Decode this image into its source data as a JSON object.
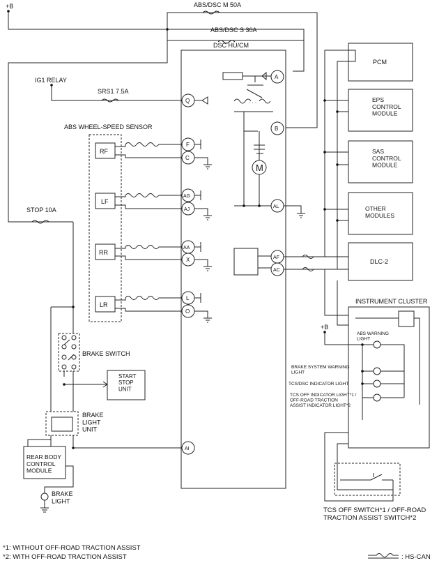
{
  "labels": {
    "plus_b_top": "+B",
    "fuse_abs_m": "ABS/DSC M 50A",
    "fuse_abs_s": "ABS/DSC S 30A",
    "dsc_hucm": "DSC HU/CM",
    "ig1_relay": "IG1 RELAY",
    "fuse_srs1": "SRS1 7.5A",
    "wheel_sensor": "ABS WHEEL-SPEED SENSOR",
    "fuse_stop": "STOP 10A",
    "brake_switch": "BRAKE SWITCH",
    "start_stop_unit": "START\nSTOP\nUNIT",
    "brake_light_unit": "BRAKE\nLIGHT\nUNIT",
    "rear_body_module": "REAR BODY\nCONTROL\nMODULE",
    "brake_light": "BRAKE\nLIGHT",
    "pcm": "PCM",
    "eps": "EPS\nCONTROL\nMODULE",
    "sas": "SAS\nCONTROL\nMODULE",
    "other_modules": "OTHER\nMODULES",
    "dlc2": "DLC-2",
    "instrument_cluster": "INSTRUMENT CLUSTER",
    "plus_b_ic": "+B",
    "abs_warning": "ABS WARNING\nLIGHT",
    "brake_system_warning": "BRAKE SYSTEM WARNING\nLIGHT",
    "tcs_dsc_indicator": "TCS/DSC INDICATOR LIGHT",
    "tcs_off_indicator": "TCS OFF INDICATOR LIGHT*1 /\nOFF-ROAD TRACTION\nASSIST INDICATOR LIGHT*2",
    "tcs_off_switch": "TCS OFF SWITCH*1 / OFF-ROAD\nTRACTION ASSIST SWITCH*2",
    "footnote1": "*1: WITHOUT OFF-ROAD TRACTION ASSIST",
    "footnote2": "*2: WITH OFF-ROAD TRACTION ASSIST",
    "hs_can": ": HS-CAN"
  },
  "sensors": [
    "RF",
    "LF",
    "RR",
    "LR"
  ],
  "pins": {
    "A": "A",
    "Q": "Q",
    "B": "B",
    "F": "F",
    "C": "C",
    "AG": "AG",
    "AJ": "AJ",
    "AL": "AL",
    "AA": "AA",
    "X": "X",
    "AF": "AF",
    "AC": "AC",
    "L": "L",
    "O": "O",
    "AI": "AI"
  },
  "motor_symbol": "M"
}
